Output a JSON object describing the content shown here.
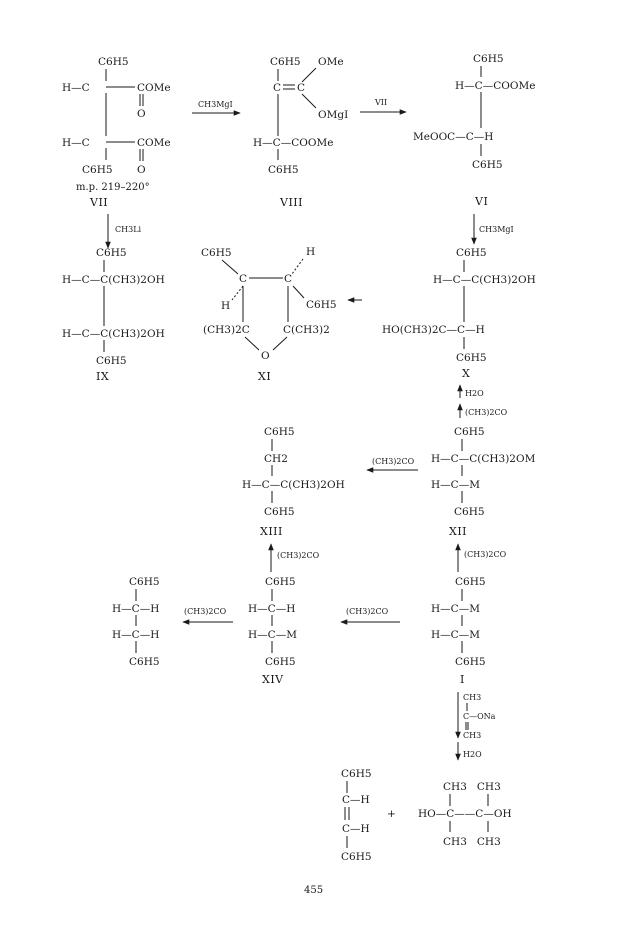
{
  "structures": {
    "VII": {
      "label": "VII",
      "mp": "m.p. 219–220°",
      "top": "C6H5",
      "bottom": "C6H5",
      "r1_left": "H—C",
      "r1_right": "COMe",
      "r1_o": "O",
      "r2_left": "H—C",
      "r2_right": "COMe",
      "r2_o": "O"
    },
    "VIII": {
      "label": "VIII",
      "top": "C6H5",
      "ome": "OMe",
      "ring_c1": "C",
      "ring_c2": "C",
      "omgi": "OMgI",
      "r2": "H—C—COOMe",
      "bottom": "C6H5"
    },
    "VI": {
      "label": "VI",
      "top": "C6H5",
      "r1": "H—C—COOMe",
      "r2": "MeOOC—C—H",
      "bottom": "C6H5"
    },
    "IX": {
      "label": "IX",
      "top": "C6H5",
      "r1": "H—C—C(CH3)2OH",
      "r2": "H—C—C(CH3)2OH",
      "bottom": "C6H5"
    },
    "XI": {
      "label": "XI",
      "ph1": "C6H5",
      "h1": "H",
      "c1": "C",
      "c2": "C",
      "h2": "H",
      "ph2": "C6H5",
      "cme1": "(CH3)2C",
      "cme2": "C(CH3)2",
      "o": "O"
    },
    "X": {
      "label": "X",
      "top": "C6H5",
      "r1": "H—C—C(CH3)2OH",
      "r2": "HO(CH3)2C—C—H",
      "bottom": "C6H5"
    },
    "XII": {
      "label": "XII",
      "top": "C6H5",
      "r1": "H—C—C(CH3)2OM",
      "r2": "H—C—M",
      "bottom": "C6H5"
    },
    "XIII": {
      "label": "XIII",
      "top": "C6H5",
      "ch2": "CH2",
      "r1": "H—C—C(CH3)2OH",
      "bottom": "C6H5"
    },
    "I": {
      "label": "I",
      "top": "C6H5",
      "r1": "H—C—M",
      "r2": "H—C—M",
      "bottom": "C6H5"
    },
    "XIV": {
      "label": "XIV",
      "top": "C6H5",
      "r1": "H—C—H",
      "r2": "H—C—M",
      "bottom": "C6H5"
    },
    "bibenzyl": {
      "top": "C6H5",
      "r1": "H—C—H",
      "r2": "H—C—H",
      "bottom": "C6H5"
    },
    "stilbene": {
      "top": "C6H5",
      "r1": "C—H",
      "r2": "C—H",
      "bottom": "C6H5"
    },
    "pinacol": {
      "me_top": "CH3   CH3",
      "row": "HO—C——C—OH",
      "me_bottom": "CH3   CH3"
    }
  },
  "reagents": {
    "ch3mgi_1": "CH3MgI",
    "vii": "VII",
    "ch3li": "CH3Li",
    "ch3mgi_2": "CH3MgI",
    "h2o_1": "H2O",
    "acetone_1": "(CH3)2CO",
    "acetone_2": "(CH3)2CO",
    "acetone_3": "(CH3)2CO",
    "acetone_4": "(CH3)2CO",
    "acetone_5": "(CH3)2CO",
    "acetone_6": "(CH3)2CO",
    "enolate_top": "CH3",
    "enolate_mid": "C—ONa",
    "enolate_bot": "CH3",
    "h2o_2": "H2O"
  },
  "plus": "+",
  "page_number": "455"
}
